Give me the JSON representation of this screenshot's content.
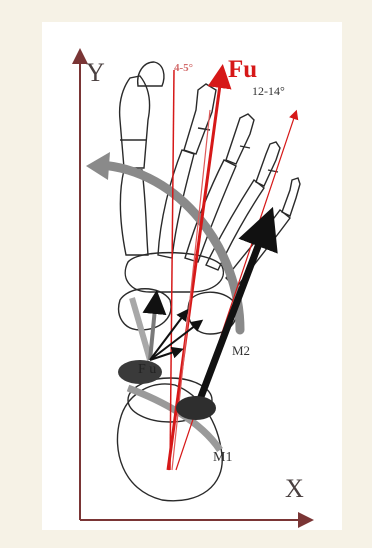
{
  "axes": {
    "y_label": "Y",
    "x_label": "X",
    "axis_color": "#7a3535"
  },
  "labels": {
    "angle_small": "4-5°",
    "force_top": "Fu",
    "angle_large": "12-14°",
    "m2": "M2",
    "force_small": "F u",
    "m1": "M1"
  },
  "colors": {
    "force_red": "#d61818",
    "bone_outline": "#2a2a2a",
    "arc_gray": "#8a8a8a"
  }
}
